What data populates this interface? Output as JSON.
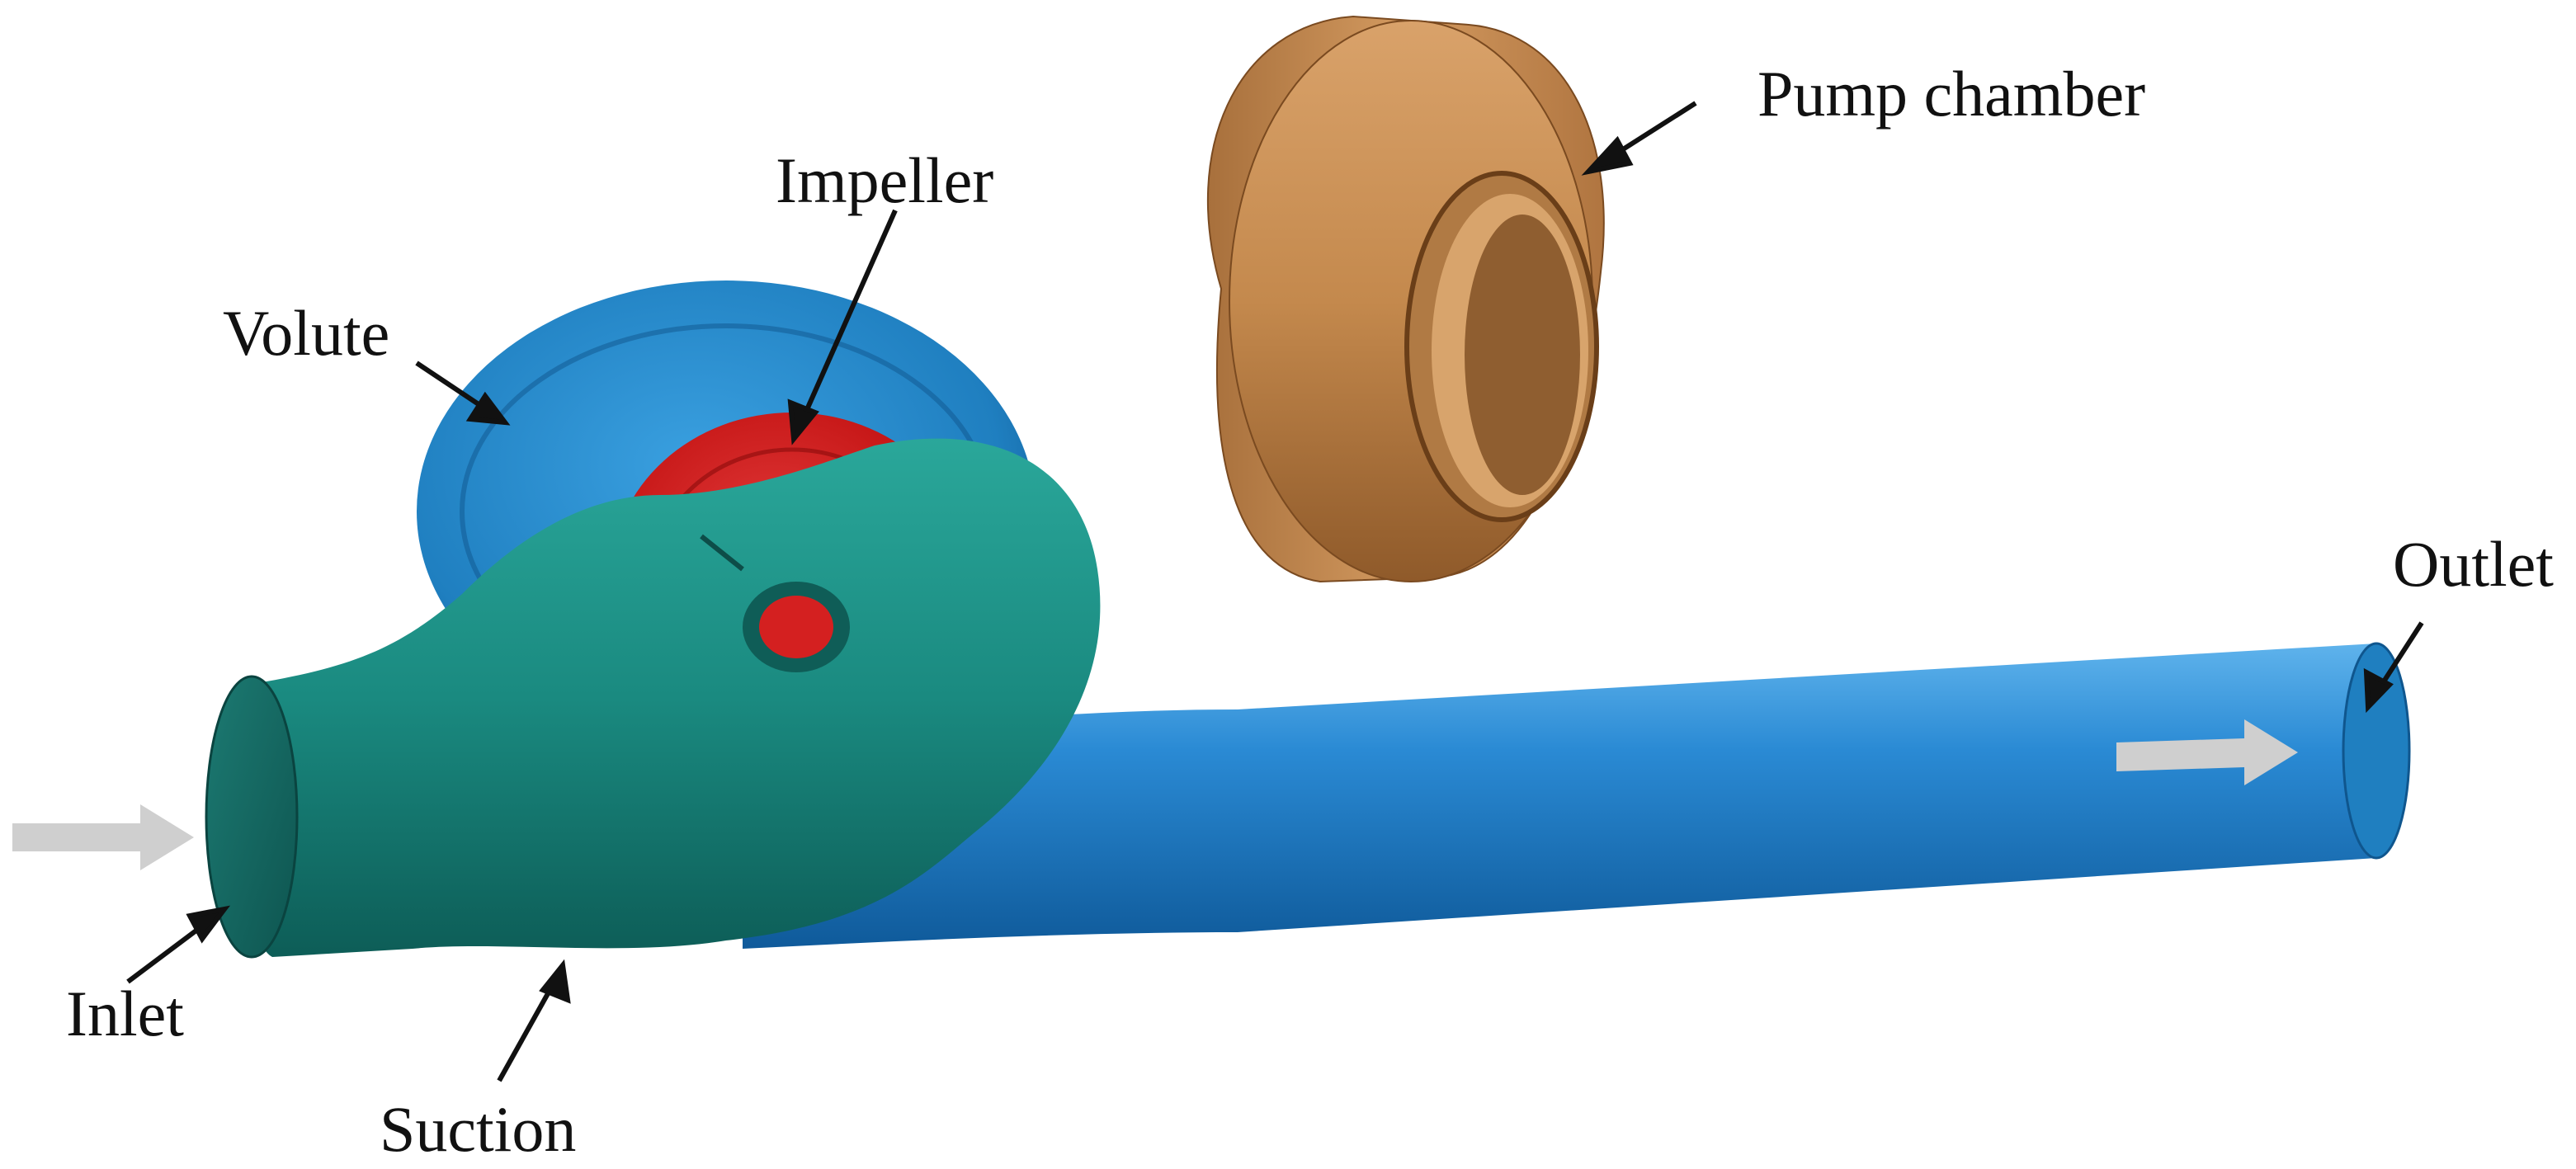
{
  "labels": {
    "pump_chamber": "Pump chamber",
    "impeller": "Impeller",
    "volute": "Volute",
    "outlet": "Outlet",
    "inlet": "Inlet",
    "suction": "Suction"
  },
  "colors": {
    "pump_chamber": "#c98a4a",
    "volute": "#1f7fc0",
    "impeller": "#c41414",
    "suction": "#1a8a80",
    "outlet_pipe": "#2a8ad4",
    "flow_arrow": "#cfcfcf",
    "leader_line": "#111111"
  },
  "flow_arrows": [
    "inlet-flow-arrow",
    "outlet-flow-arrow"
  ]
}
